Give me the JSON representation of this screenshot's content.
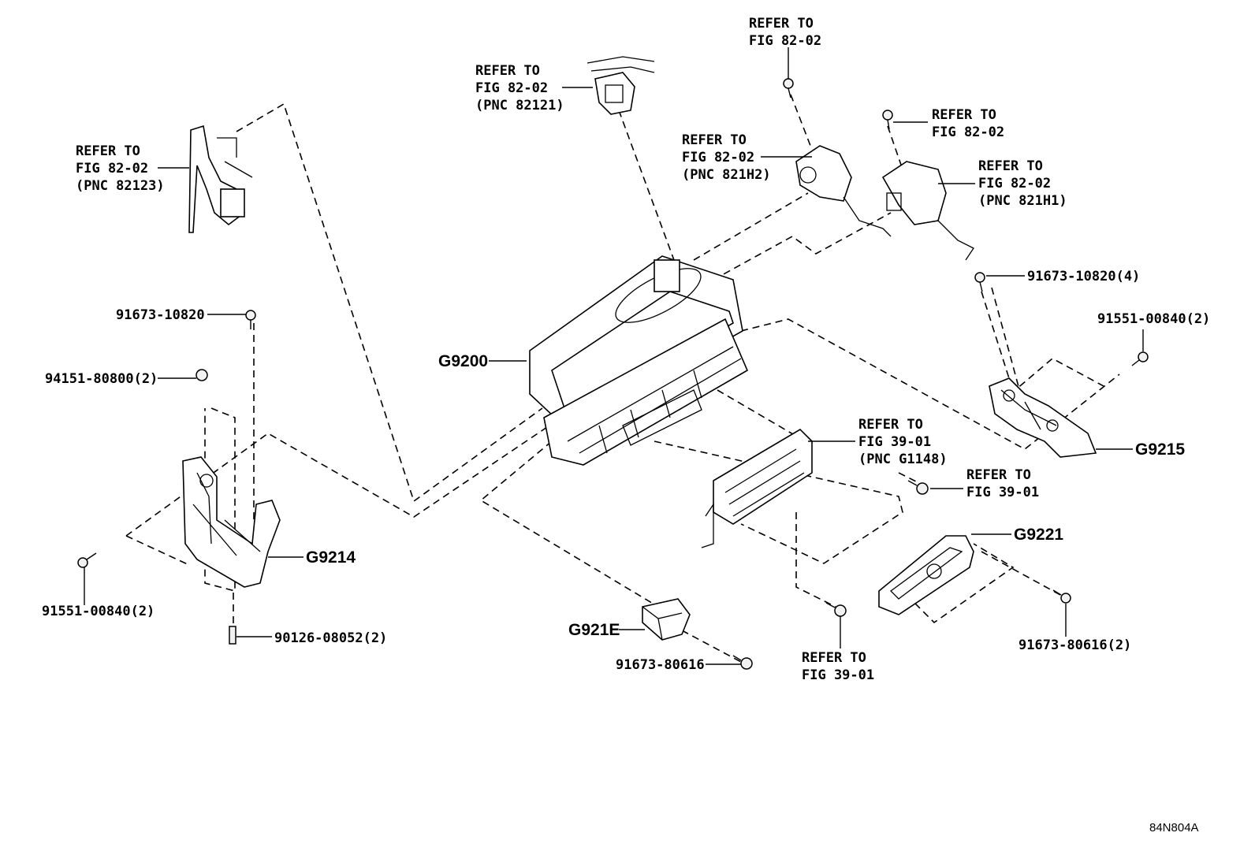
{
  "labels": {
    "ref_82123": [
      "REFER TO",
      "FIG 82-02",
      "(PNC 82123)"
    ],
    "ref_82121": [
      "REFER TO",
      "FIG 82-02",
      "(PNC 82121)"
    ],
    "ref_top": [
      "REFER TO",
      "FIG 82-02"
    ],
    "ref_821h2": [
      "REFER TO",
      "FIG 82-02",
      "(PNC 821H2)"
    ],
    "ref_right_top": [
      "REFER TO",
      "FIG 82-02"
    ],
    "ref_821h1": [
      "REFER TO",
      "FIG 82-02",
      "(PNC 821H1)"
    ],
    "ref_g1148": [
      "REFER TO",
      "FIG 39-01",
      "(PNC G1148)"
    ],
    "ref_3901_right": [
      "REFER TO",
      "FIG 39-01"
    ],
    "ref_3901_bottom": [
      "REFER TO",
      "FIG 39-01"
    ]
  },
  "part_numbers": {
    "p91673_10820_left": "91673-10820",
    "p94151_80800": "94151-80800(2)",
    "p91551_00840_left": "91551-00840(2)",
    "p90126_08052": "90126-08052(2)",
    "p91673_10820_right": "91673-10820(4)",
    "p91551_00840_right": "91551-00840(2)",
    "p91673_80616_center": "91673-80616",
    "p91673_80616_right": "91673-80616(2)"
  },
  "callouts": {
    "g9200": "G9200",
    "g9214": "G9214",
    "g9215": "G9215",
    "g9221": "G9221",
    "g921e": "G921E"
  },
  "illustration_code": "84N804A"
}
